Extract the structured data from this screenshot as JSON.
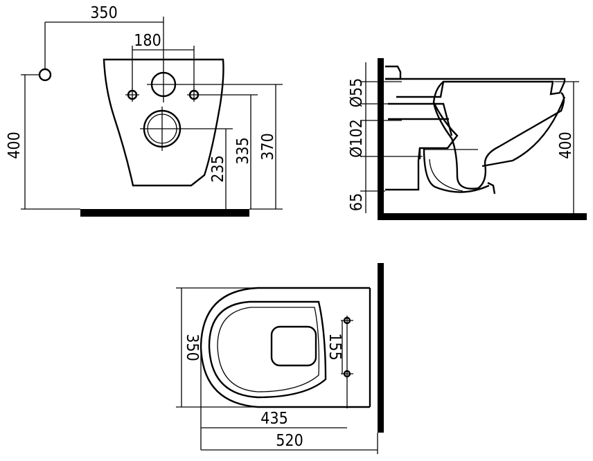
{
  "front_view": {
    "dims": {
      "width_to_pipe": "350",
      "bolt_spacing": "180",
      "height_left": "400",
      "outlet_height": "235",
      "bolt_height": "335",
      "top_height": "370"
    }
  },
  "side_view": {
    "dims": {
      "inlet_dia": "Ø55",
      "outlet_dia": "Ø102",
      "floor_offset": "65",
      "total_height": "400"
    }
  },
  "top_view": {
    "dims": {
      "width": "350",
      "bolt_spacing": "155",
      "depth_bowl": "435",
      "depth_total": "520"
    }
  }
}
